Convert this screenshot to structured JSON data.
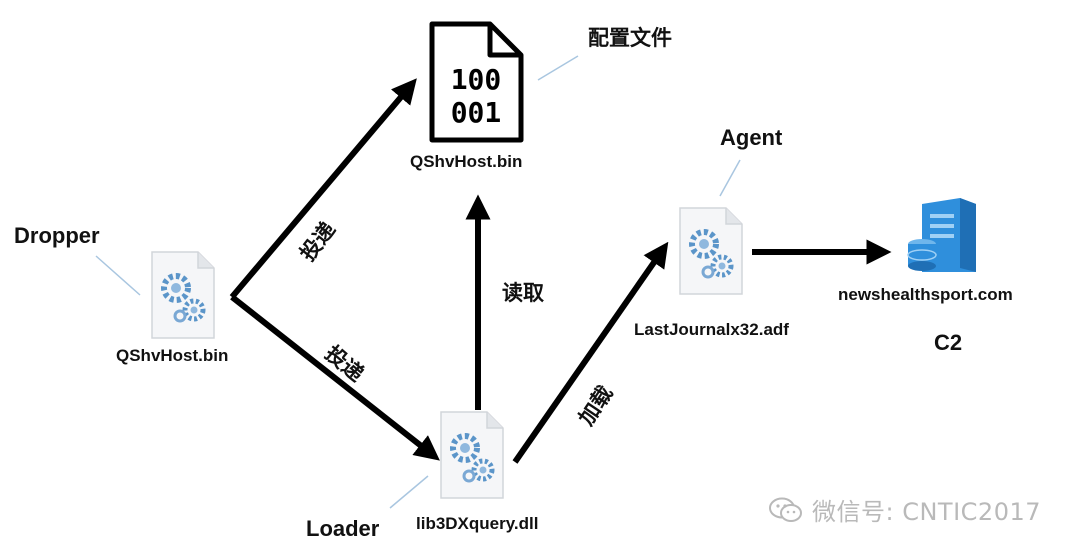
{
  "nodes": {
    "dropper": {
      "role": "Dropper",
      "file": "QShvHost.bin"
    },
    "config": {
      "role": "配置文件",
      "file": "QShvHost.bin",
      "icon": "binary-file-icon",
      "icon_lines": [
        "100",
        "001"
      ]
    },
    "loader": {
      "role": "Loader",
      "file": "lib3DXquery.dll"
    },
    "agent": {
      "role": "Agent",
      "file": "LastJournalx32.adf"
    },
    "c2": {
      "role": "C2",
      "file": "newshealthsport.com",
      "icon": "server-icon"
    }
  },
  "edges": {
    "dropper_to_config": "投递",
    "dropper_to_loader": "投递",
    "loader_to_config": "读取",
    "loader_to_agent": "加载"
  },
  "watermark": "微信号: CNTIC2017",
  "colors": {
    "arrow": "#000000",
    "connector": "#a9c6e0",
    "server": "#2f8fdc",
    "gear": "#5b95c9",
    "watermark": "#b9b9b9"
  }
}
